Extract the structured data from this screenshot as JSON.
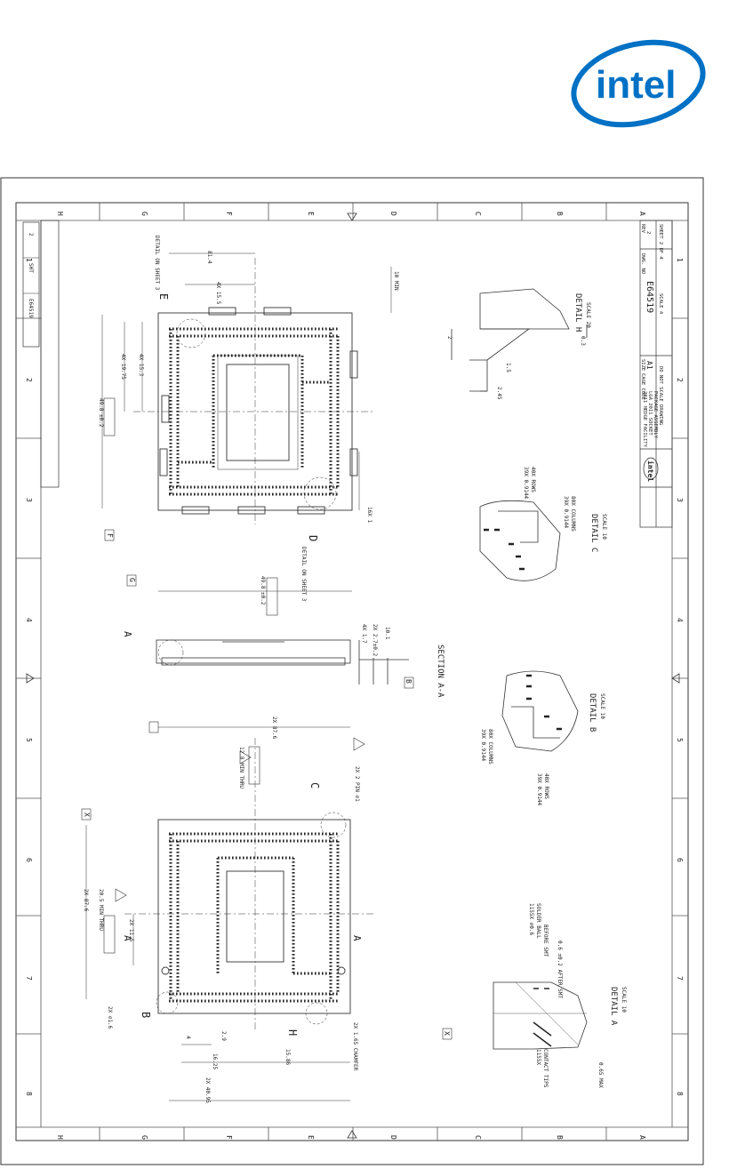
{
  "brand": {
    "logo_text": "intel",
    "color": "#0071c5"
  },
  "drawing": {
    "frame_cols_letters": [
      "H",
      "G",
      "F",
      "E",
      "D",
      "C",
      "B",
      "A"
    ],
    "frame_rows_numbers": [
      "1",
      "2",
      "3",
      "4",
      "5",
      "6",
      "7",
      "8"
    ],
    "title_block": {
      "drawing_number": "E64519",
      "sheet": "SHEET 2 OF 4",
      "scale": "SCALE 4",
      "size": "A1",
      "rev": "2",
      "company": "intel",
      "title_lines": [
        "2011 HEDGE FACILITY",
        "LGA 2011 SOCKET",
        "PACKAGE ASSEMBLY"
      ],
      "do_not_scale": "DO NOT SCALE DRAWING",
      "rev_letter": "REV",
      "dwg_no_label": "DWG. NO",
      "size_label": "SIZE",
      "cage_label": "CAGE CODE"
    },
    "side_block": {
      "dwg": "E64519",
      "sheet_label": "SHT",
      "rev": "2"
    },
    "details": {
      "a_label": "DETAIL A",
      "a_scale": "SCALE 10",
      "b_label": "DETAIL B",
      "b_scale": "SCALE 10",
      "c_label": "DETAIL C",
      "c_scale": "SCALE 10",
      "h_label": "DETAIL H",
      "h_scale": "SCALE 20",
      "section": "SECTION A-A"
    },
    "callouts": {
      "detail_e": "DETAIL ON SHEET 3",
      "detail_d": "DETAIL ON SHEET 3",
      "letters": [
        "E",
        "D",
        "A",
        "C",
        "B",
        "H",
        "A",
        "A"
      ]
    },
    "dims": {
      "top_view": [
        "81.4",
        "4X 15.5",
        "4X 19.75",
        "4X 15.3",
        "49.8 ±0.2",
        "10 MIN",
        "16X 1",
        "49.8 ±0.2"
      ],
      "section": [
        "4X 1.7",
        "2X 2.7±0.2",
        "10.1"
      ],
      "bottom_view": [
        "2X 87.6",
        "12.8 MIN THRU",
        "2X 2 PIN ⌀1",
        "2X 87.6",
        "20.5 MIN THRU",
        "2X 11.5",
        "2X ⌀1.6",
        "2X 40.95",
        "16.25",
        "2.9",
        "4",
        "15.86",
        "2X 1.65 CHAMFER"
      ],
      "detail_a": [
        "1155X ⌀0.6",
        "SOLDER BALL",
        "BEFORE SMT",
        "0.6 ±0.2 AFTER SMT",
        "1155X",
        "CONTACT TIPS",
        "0.65 MAX"
      ],
      "detail_b": [
        "39X 0.9144",
        "80X COLUMNS",
        "39X 0.9144",
        "40X ROWS"
      ],
      "detail_c": [
        "39X 0.9144",
        "40X ROWS",
        "39X 0.9144",
        "80X COLUMNS"
      ],
      "detail_h": [
        "2",
        "1.5",
        "2.45",
        "0.3"
      ]
    },
    "datums": [
      "F",
      "G",
      "B",
      "X",
      "X"
    ]
  }
}
